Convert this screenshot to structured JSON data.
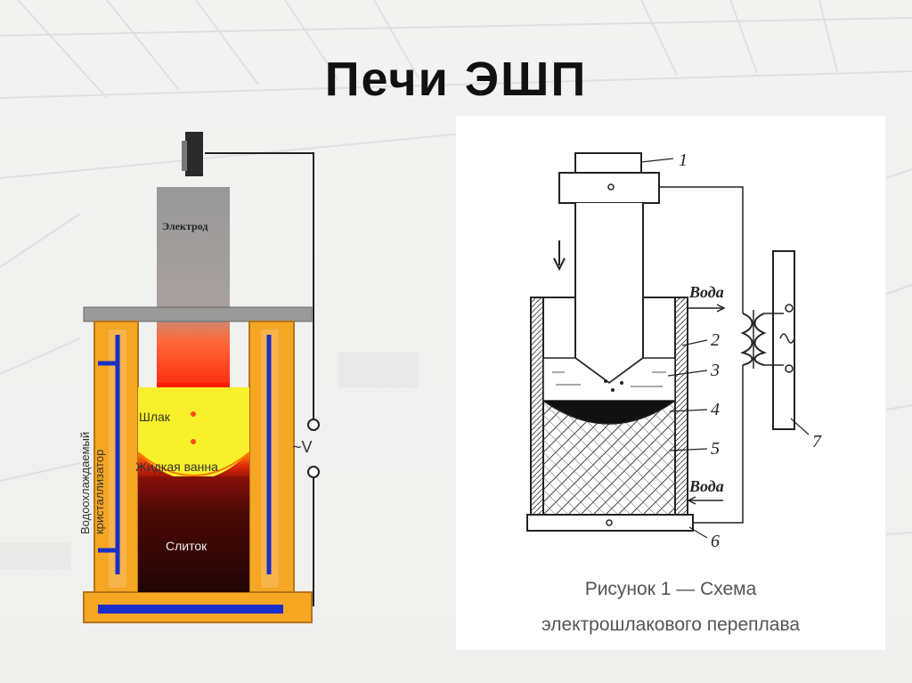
{
  "slide": {
    "title": "Печи ЭШП"
  },
  "left_diagram": {
    "electrode_label": "Электрод",
    "slag_label": "Шлак",
    "bath_label": "Жидкая ванна",
    "ingot_label": "Слиток",
    "crystallizer_label_line1": "Водоохлаждаемый",
    "crystallizer_label_line2": "кристаллизатор",
    "power_label": "~V",
    "colors": {
      "electrode": "#999999",
      "mould": "#f5a623",
      "cooling": "#1a2fc9",
      "slag": "#f7f02a",
      "ingot": "#3a0606"
    }
  },
  "right_diagram": {
    "label_1": "1",
    "label_2": "2",
    "label_3": "3",
    "label_4": "4",
    "label_5": "5",
    "label_6": "6",
    "label_7": "7",
    "water_in": "Вода",
    "water_out": "Вода",
    "caption_line1": "Рисунок 1 — Схема",
    "caption_line2": "электрошлакового переплава"
  }
}
